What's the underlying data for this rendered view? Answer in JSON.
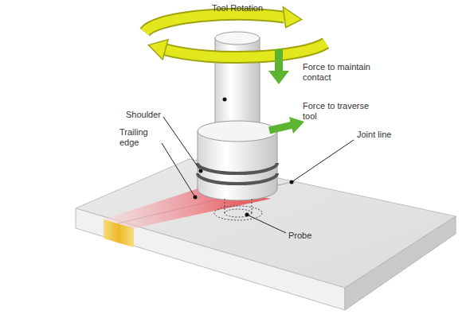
{
  "diagram": {
    "labels": [
      "Tool Rotation",
      "Force to maintain contact",
      "Force to traverse tool",
      "Shoulder",
      "Trailing edge",
      "Joint line",
      "Probe"
    ]
  }
}
